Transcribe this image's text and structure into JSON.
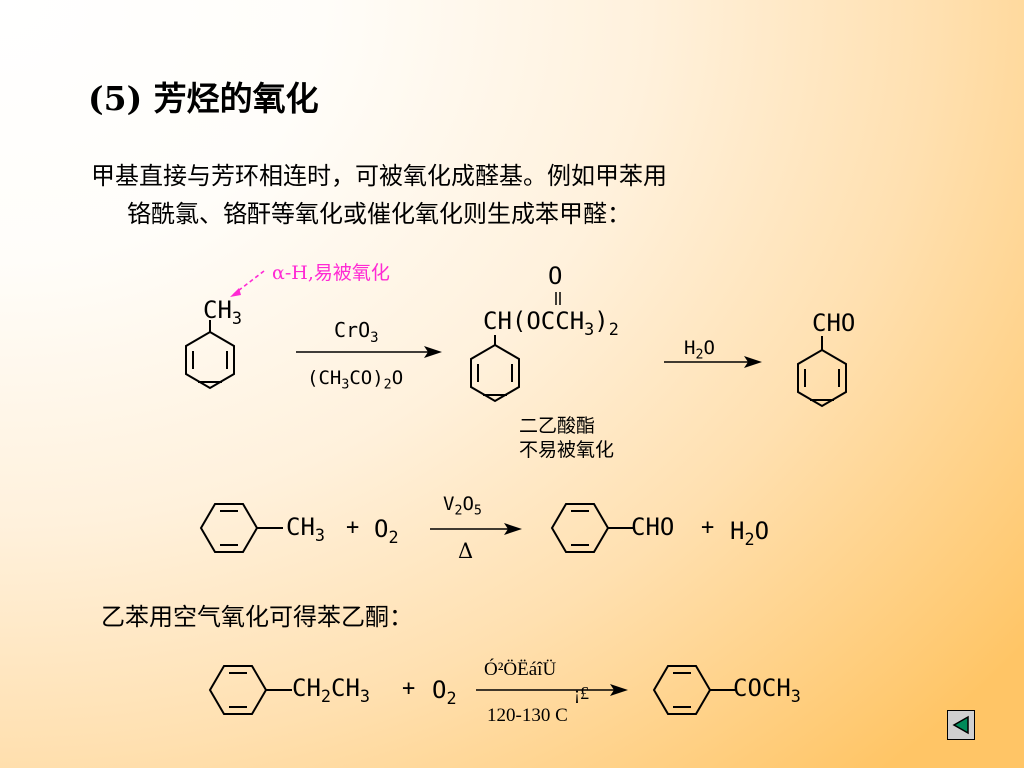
{
  "title": "(5) 芳烃的氧化",
  "paragraph1": {
    "line1": "甲基直接与芳环相连时，可被氧化成醛基。例如甲苯用",
    "line2": "铬酰氯、铬酐等氧化或催化氧化则生成苯甲醛："
  },
  "reaction1": {
    "annotation": "α-H,易被氧化",
    "reactant_group": "CH",
    "reactant_sub": "3",
    "reagent_top": "CrO",
    "reagent_top_sub": "3",
    "reagent_bottom_a": "(CH",
    "reagent_bottom_sub1": "3",
    "reagent_bottom_b": "CO)",
    "reagent_bottom_sub2": "2",
    "reagent_bottom_c": "O",
    "intermediate_oxygen": "O",
    "intermediate_a": "CH(OCCH",
    "intermediate_sub1": "3",
    "intermediate_b": ")",
    "intermediate_sub2": "2",
    "intermediate_note_line1": "二乙酸酯",
    "intermediate_note_line2": "不易被氧化",
    "reagent2_a": "H",
    "reagent2_sub": "2",
    "reagent2_b": "O",
    "product": "CHO"
  },
  "reaction2": {
    "reactant_group": "CH",
    "reactant_sub": "3",
    "plus1": "+",
    "oxidant": "O",
    "oxidant_sub": "2",
    "catalyst_a": "V",
    "catalyst_sub1": "2",
    "catalyst_b": "O",
    "catalyst_sub2": "5",
    "condition": "Δ",
    "product": "CHO",
    "plus2": "+",
    "byproduct_a": "H",
    "byproduct_sub": "2",
    "byproduct_b": "O"
  },
  "paragraph2": "乙苯用空气氧化可得苯乙酮：",
  "reaction3": {
    "reactant_a": "CH",
    "reactant_sub1": "2",
    "reactant_b": "CH",
    "reactant_sub2": "3",
    "plus1": "+",
    "oxidant": "O",
    "oxidant_sub": "2",
    "catalyst": "Ó²Ö­ËáîÜ",
    "garbled_mark": "¡£",
    "temperature": "120-130 C",
    "product": "COCH",
    "product_sub": "3"
  },
  "nav": {
    "icon": "triangle-left-icon",
    "color": "#008a5a"
  }
}
